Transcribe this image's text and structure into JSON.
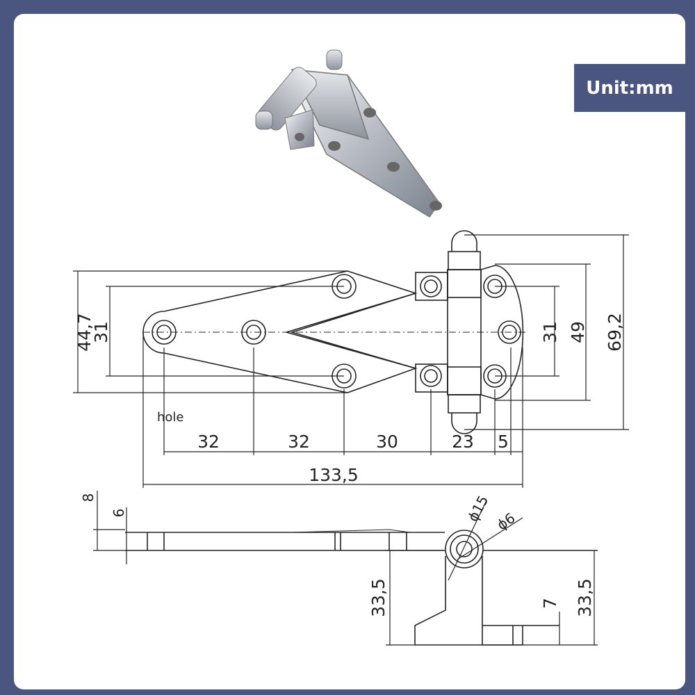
{
  "unit_badge": "Unit:mm",
  "top_view": {
    "label_hole": "hole",
    "dims_vertical_left": [
      "44,7",
      "31"
    ],
    "dims_vertical_right": [
      "31",
      "49",
      "69,2"
    ],
    "dims_bottom": [
      "32",
      "32",
      "30",
      "23",
      "5"
    ],
    "dim_total": "133,5"
  },
  "side_view": {
    "dims_left": [
      "8",
      "6"
    ],
    "dims_diameter": [
      "ϕ15",
      "ϕ6"
    ],
    "dims_height_left": "33,5",
    "dims_height_right": "33,5",
    "dim_small": "7"
  },
  "colors": {
    "background": "#4a5680",
    "panel": "#ffffff",
    "line": "#222222"
  }
}
